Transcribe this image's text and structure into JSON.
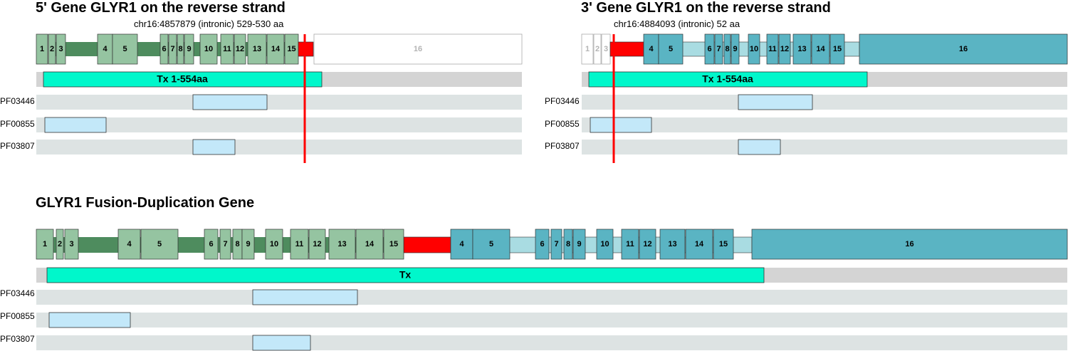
{
  "panels": {
    "five_prime": {
      "title": "5' Gene GLYR1 on the reverse strand",
      "subtitle": "chr16:4857879 (intronic) 529-530 aa",
      "transcript_label": "Tx 1-554aa",
      "exons": [
        "1",
        "2",
        "3",
        "4",
        "5",
        "6",
        "7",
        "8",
        "9",
        "10",
        "11",
        "12",
        "13",
        "14",
        "15",
        "16"
      ]
    },
    "three_prime": {
      "title": "3' Gene GLYR1 on the reverse strand",
      "subtitle": "chr16:4884093 (intronic) 52 aa",
      "transcript_label": "Tx 1-554aa",
      "exons": [
        "1",
        "2",
        "3",
        "4",
        "5",
        "6",
        "7",
        "8",
        "9",
        "10",
        "11",
        "12",
        "13",
        "14",
        "15",
        "16"
      ]
    },
    "fusion": {
      "title": "GLYR1 Fusion-Duplication Gene",
      "transcript_label": "Tx",
      "exons_5p": [
        "1",
        "2",
        "3",
        "4",
        "5",
        "6",
        "7",
        "8",
        "9",
        "10",
        "11",
        "12",
        "13",
        "14",
        "15"
      ],
      "exons_3p": [
        "4",
        "5",
        "6",
        "7",
        "8",
        "9",
        "10",
        "11",
        "12",
        "13",
        "14",
        "15",
        "16"
      ]
    }
  },
  "domains": [
    "PF03446",
    "PF00855",
    "PF03807"
  ],
  "colors": {
    "five_prime_exon": "#95c4a1",
    "five_prime_intron": "#4e8c5e",
    "three_prime_exon": "#5ab4c3",
    "three_prime_intron": "#a9dce2",
    "breakpoint": "#ff0000",
    "transcript": "#00f7cb",
    "domain_box": "#c3e8f9",
    "track": "#dde3e3",
    "tx_track": "#d4d4d4",
    "inactive_exon_text": "#b4b4b4"
  }
}
